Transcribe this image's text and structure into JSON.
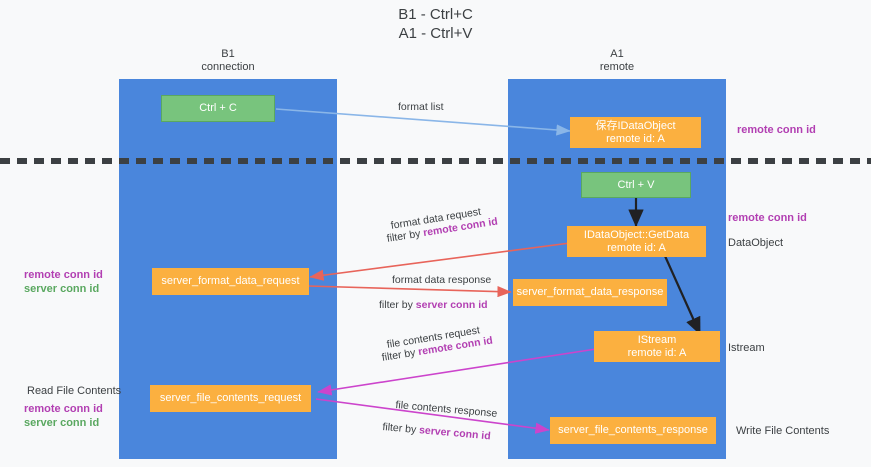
{
  "title": {
    "line1": "B1 - Ctrl+C",
    "line2": "A1 - Ctrl+V"
  },
  "lanes": [
    {
      "id": "b1",
      "name": "B1",
      "role": "connection"
    },
    {
      "id": "a1",
      "name": "A1",
      "role": "remote"
    }
  ],
  "nodes": {
    "ctrl_c": {
      "l1": "Ctrl + C",
      "l2": ""
    },
    "save_dataobj": {
      "l1": "保存IDataObject",
      "l2": "remote id: A"
    },
    "ctrl_v": {
      "l1": "Ctrl + V",
      "l2": ""
    },
    "getdata": {
      "l1": "IDataObject::GetData",
      "l2": "remote id: A"
    },
    "fmt_request": {
      "l1": "server_format_data_request",
      "l2": ""
    },
    "fmt_response": {
      "l1": "server_format_data_response",
      "l2": ""
    },
    "istream": {
      "l1": "IStream",
      "l2": "remote id: A"
    },
    "file_request": {
      "l1": "server_file_contents_request",
      "l2": ""
    },
    "file_response": {
      "l1": "server_file_contents_response",
      "l2": ""
    }
  },
  "right_labels": {
    "remote_conn_id_top": "remote conn id",
    "remote_conn_id_mid": "remote conn id",
    "dataobject": "DataObject",
    "istream": "Istream",
    "write_file_contents": "Write File Contents"
  },
  "left_labels": {
    "remote_conn_id_mid": "remote conn id",
    "server_conn_id_mid": "server conn id",
    "read_file_contents": "Read File Contents",
    "remote_conn_id_bottom": "remote conn id",
    "server_conn_id_bottom": "server conn id"
  },
  "edges": {
    "format_list": "format list",
    "format_data_request": "format data request",
    "format_data_request_filter_prefix": "filter by ",
    "format_data_request_filter_key": "remote conn id",
    "format_data_response": "format data response",
    "format_data_response_filter_prefix": "filter by ",
    "format_data_response_filter_key": "server conn id",
    "file_contents_request": "file contents request",
    "file_contents_request_filter_prefix": "filter by ",
    "file_contents_request_filter_key": "remote conn id",
    "file_contents_response": "file contents response",
    "file_contents_response_filter_prefix": "filter by ",
    "file_contents_response_filter_key": "server conn id"
  },
  "colors": {
    "lane": "#4a86dc",
    "node_green": "#78c47d",
    "node_orange": "#fbb040",
    "accent_purple": "#b23fb2",
    "accent_green": "#5aa860",
    "arrow_blue": "#8ab6e8",
    "arrow_red": "#e8645a",
    "arrow_magenta": "#cc44cc",
    "arrow_black": "#202124",
    "divider": "#3c4043",
    "background": "#f8f9fa"
  }
}
